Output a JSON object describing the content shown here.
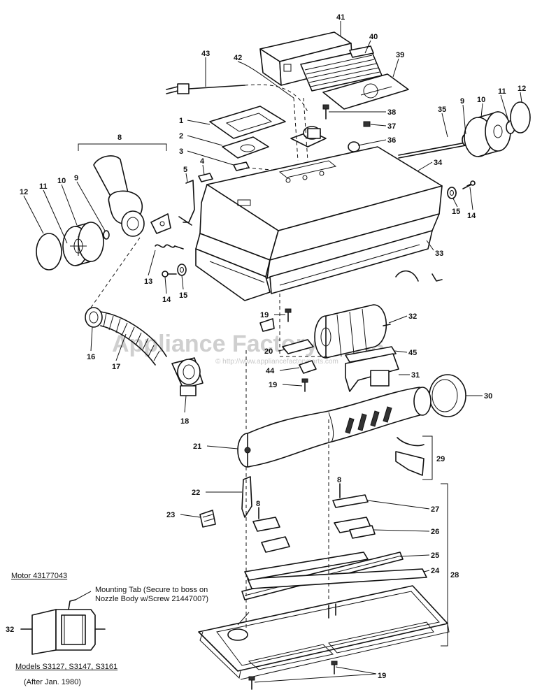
{
  "watermark": {
    "brand": "Appliance Factory Parts",
    "url": "© http://www.appliancefactoryparts.com"
  },
  "callouts": {
    "c1": "1",
    "c2": "2",
    "c3": "3",
    "c4": "4",
    "c5": "5",
    "c8": "8",
    "c9a": "9",
    "c9b": "9",
    "c10a": "10",
    "c10b": "10",
    "c11a": "11",
    "c11b": "11",
    "c12a": "12",
    "c12b": "12",
    "c13": "13",
    "c14a": "14",
    "c14b": "14",
    "c15a": "15",
    "c15b": "15",
    "c16": "16",
    "c17": "17",
    "c18": "18",
    "c19a": "19",
    "c19b": "19",
    "c19c": "19",
    "c20": "20",
    "c21": "21",
    "c22": "22",
    "c23": "23",
    "c24": "24",
    "c25": "25",
    "c26": "26",
    "c27": "27",
    "c28": "28",
    "c29": "29",
    "c30": "30",
    "c31": "31",
    "c32": "32",
    "c32b": "32",
    "c33": "33",
    "c34": "34",
    "c35": "35",
    "c36": "36",
    "c37": "37",
    "c38": "38",
    "c39": "39",
    "c40": "40",
    "c41": "41",
    "c42": "42",
    "c43": "43",
    "c44": "44",
    "c45": "45",
    "c8b": "8",
    "c8c": "8"
  },
  "inset": {
    "motor_label": "Motor 43177043",
    "mounting_tab_line1": "Mounting Tab (Secure to boss on",
    "mounting_tab_line2": "Nozzle Body w/Screw 21447007)",
    "models": "Models S3127, S3147, S3161",
    "date": "(After Jan. 1980)"
  }
}
